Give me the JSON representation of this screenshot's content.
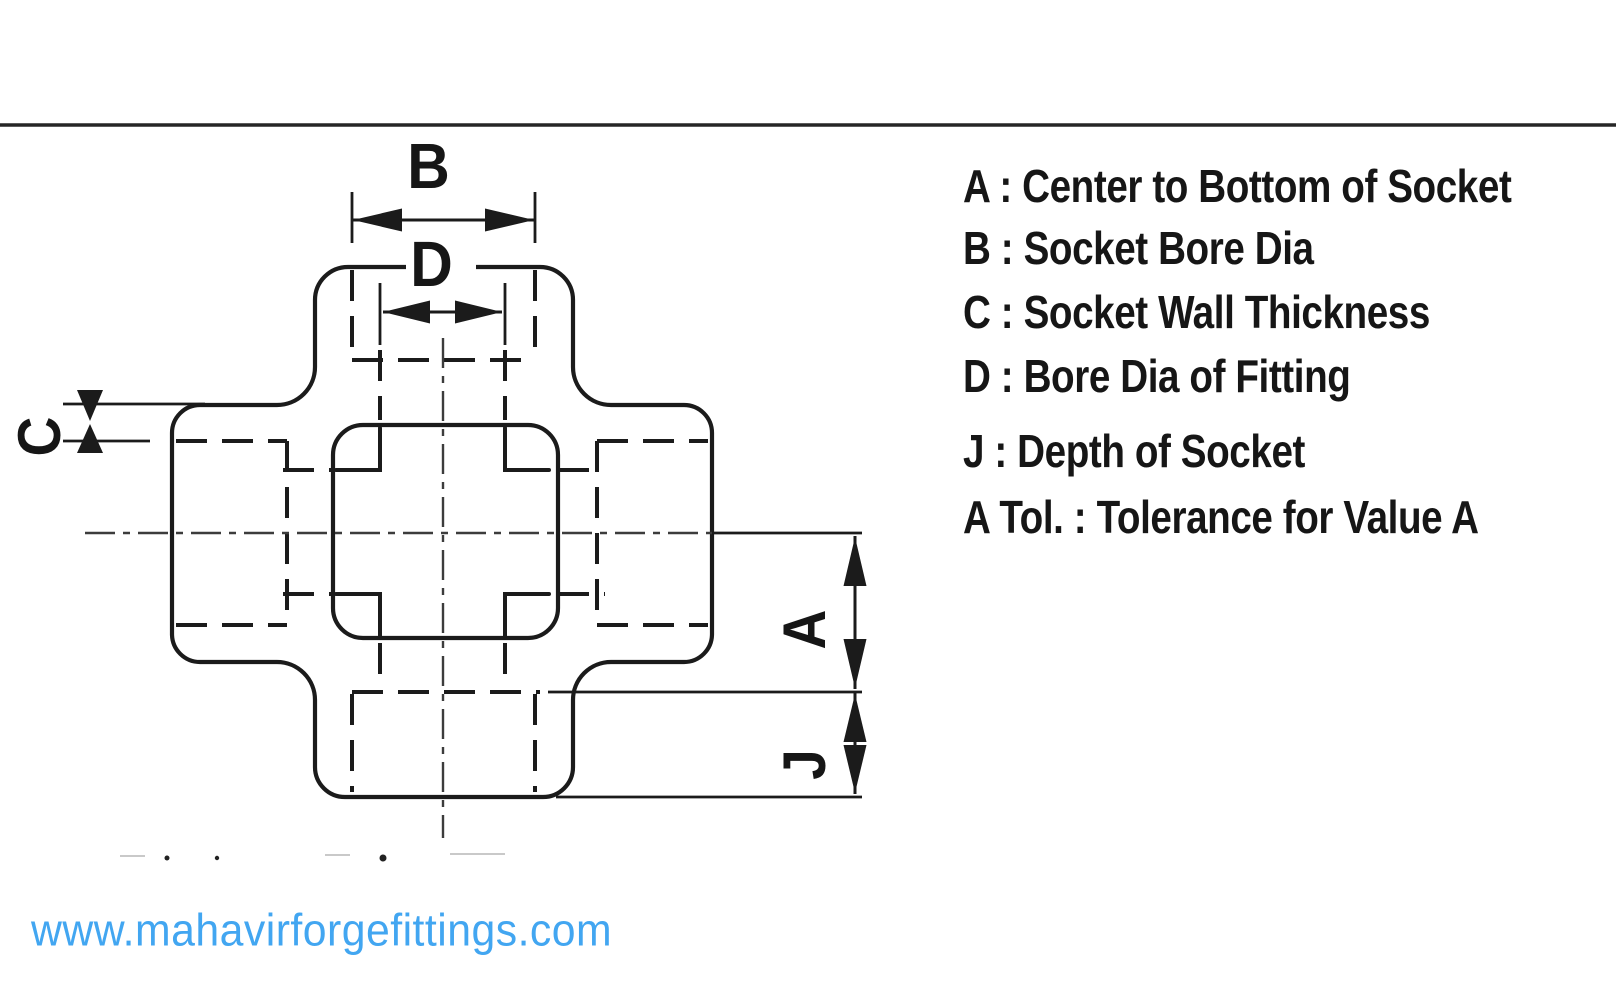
{
  "drawing": {
    "type": "socket-weld cross fitting cross-section",
    "dimension_labels": {
      "b": "B",
      "d": "D",
      "c": "C",
      "a": "A",
      "j": "J"
    }
  },
  "legend": {
    "items": [
      {
        "key": "A",
        "label": "A : Center to Bottom of Socket"
      },
      {
        "key": "B",
        "label": "B : Socket Bore Dia"
      },
      {
        "key": "C",
        "label": "C : Socket Wall Thickness"
      },
      {
        "key": "D",
        "label": "D : Bore Dia of Fitting"
      },
      {
        "key": "J",
        "label": "J : Depth of Socket"
      },
      {
        "key": "A Tol.",
        "label": "A Tol. : Tolerance for Value A"
      }
    ]
  },
  "footer": {
    "website_url": "www.mahavirforgefittings.com"
  },
  "colors": {
    "line": "#1b1b1b",
    "text": "#161616",
    "url_blue": "#42a6f1",
    "background": "#ffffff"
  }
}
